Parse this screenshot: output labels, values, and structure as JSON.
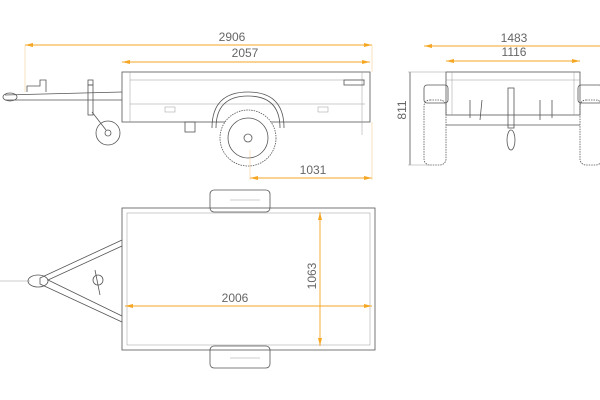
{
  "dimensions": {
    "overall_length": "2906",
    "box_length": "2057",
    "axle_to_rear": "1031",
    "overall_width": "1483",
    "box_width": "1116",
    "height": "811",
    "inner_length": "2006",
    "inner_width": "1063"
  },
  "colors": {
    "dimension_line": "#f5a623",
    "drawing_line": "#555555"
  }
}
